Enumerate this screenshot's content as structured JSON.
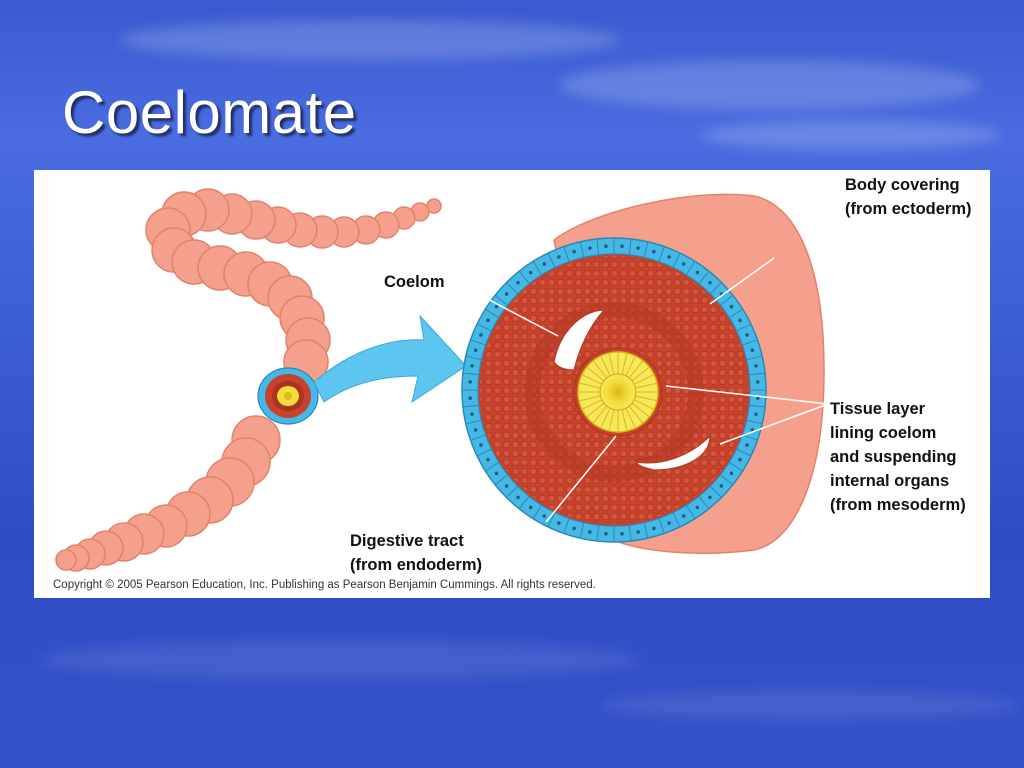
{
  "slide": {
    "title": "Coelomate"
  },
  "diagram": {
    "labels": {
      "body_covering": {
        "line1": "Body covering",
        "line2": "(from ectoderm)"
      },
      "coelom": {
        "line1": "Coelom"
      },
      "tissue_layer": {
        "line1": "Tissue layer",
        "line2": "lining coelom",
        "line3": "and suspending",
        "line4": "internal organs",
        "line5": "(from mesoderm)"
      },
      "digestive_tract": {
        "line1": "Digestive tract",
        "line2": "(from endoderm)"
      }
    },
    "copyright": "Copyright ©  2005 Pearson Education, Inc. Publishing as Pearson Benjamin Cummings. All rights reserved."
  },
  "colors": {
    "ectoderm": "#46b8e6",
    "mesoderm": "#c8412a",
    "endoderm": "#f0d62a",
    "worm": "#f5a08c",
    "arrow": "#5cc6f0"
  }
}
